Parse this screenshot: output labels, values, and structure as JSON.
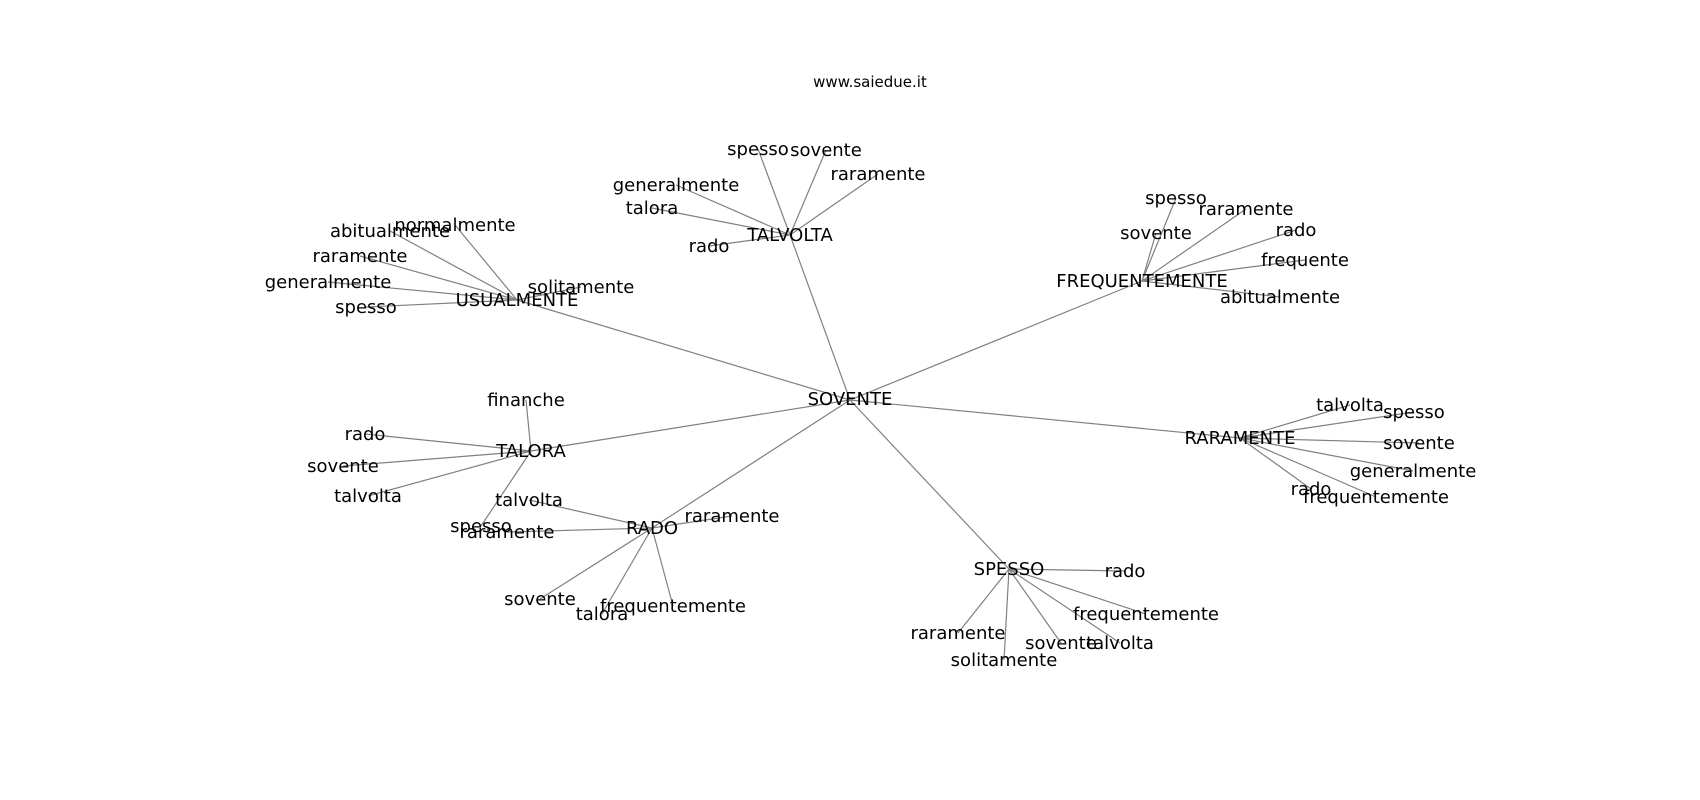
{
  "header": {
    "site": "www.saiedue.it"
  },
  "center": "SOVENTE",
  "colors": {
    "edge": "#808080",
    "text": "#000000",
    "background": "#ffffff"
  },
  "clusters": [
    {
      "hub": "USUALMENTE",
      "leaves": [
        "normalmente",
        "abitualmente",
        "raramente",
        "generalmente",
        "spesso",
        "solitamente"
      ]
    },
    {
      "hub": "TALVOLTA",
      "leaves": [
        "spesso",
        "sovente",
        "raramente",
        "generalmente",
        "talora",
        "rado"
      ]
    },
    {
      "hub": "FREQUENTEMENTE",
      "leaves": [
        "spesso",
        "raramente",
        "sovente",
        "rado",
        "frequente",
        "abitualmente"
      ]
    },
    {
      "hub": "TALORA",
      "leaves": [
        "finanche",
        "rado",
        "sovente",
        "talvolta",
        "spesso"
      ]
    },
    {
      "hub": "RARAMENTE",
      "leaves": [
        "talvolta",
        "spesso",
        "sovente",
        "generalmente",
        "rado",
        "frequentemente"
      ]
    },
    {
      "hub": "RADO",
      "leaves": [
        "talvolta",
        "raramente",
        "raramente",
        "sovente",
        "talora",
        "frequentemente"
      ]
    },
    {
      "hub": "SPESSO",
      "leaves": [
        "rado",
        "frequentemente",
        "raramente",
        "solitamente",
        "sovente",
        "talvolta"
      ]
    }
  ]
}
